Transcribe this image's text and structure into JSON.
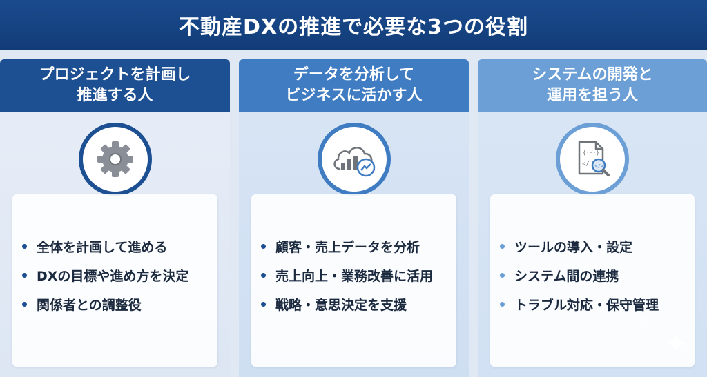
{
  "title": "不動産DXの推進で必要な3つの役割",
  "columns": [
    {
      "header_line1": "プロジェクトを計画し",
      "header_line2": "推進する人",
      "icon": "gear-icon",
      "items": [
        "全体を計画して進める",
        "DXの目標や進め方を決定",
        "関係者との調整役"
      ]
    },
    {
      "header_line1": "データを分析して",
      "header_line2": "ビジネスに活かす人",
      "icon": "cloud-chart-icon",
      "items": [
        "顧客・売上データを分析",
        "売上向上・業務改善に活用",
        "戦略・意思決定を支援"
      ]
    },
    {
      "header_line1": "システムの開発と",
      "header_line2": "運用を担う人",
      "icon": "code-document-search-icon",
      "items": [
        "ツールの導入・設定",
        "システム間の連携",
        "トラブル対応・保守管理"
      ]
    }
  ],
  "colors": {
    "title_bg": "#1a4b8e",
    "col1_accent": "#1d4f93",
    "col2_accent": "#3f7cc2",
    "col3_accent": "#6b9fd6"
  }
}
